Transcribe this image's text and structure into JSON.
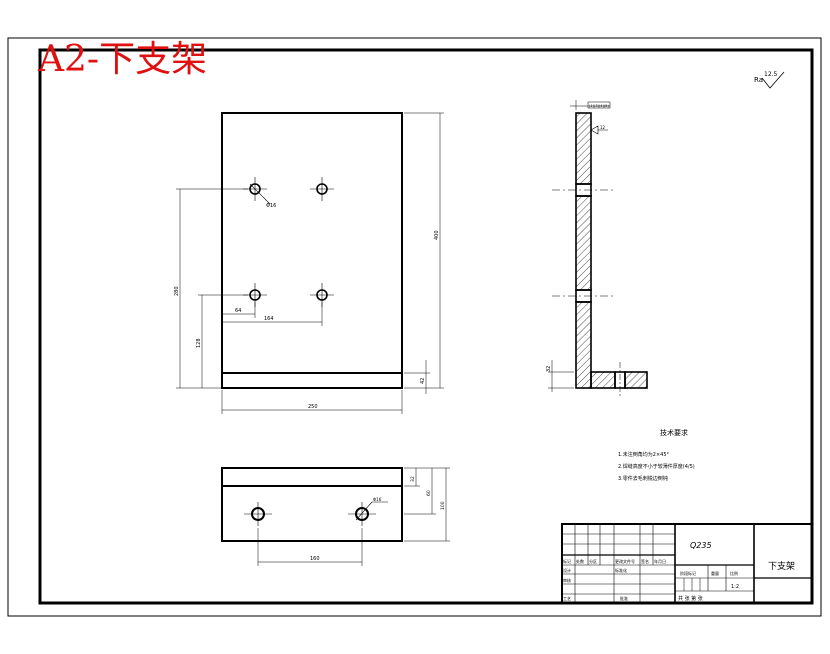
{
  "sheet": {
    "title": "A2-下支架",
    "colors": {
      "title": "#e01010",
      "line": "#000000",
      "background": "#ffffff"
    }
  },
  "roughness": {
    "label": "Ra",
    "value": "12.5"
  },
  "front_view": {
    "dim_width": "250",
    "dim_height": "400",
    "dim_base": "42",
    "dim_hole_dx1": "64",
    "dim_hole_dx2": "164",
    "dim_vert_upper": "280",
    "dim_vert_lower": "128",
    "hole_label": "Φ16"
  },
  "side_view": {
    "thickness_label": "(1)(3)(4)(5)",
    "weld_label": "12",
    "base_label": "32"
  },
  "bottom_view": {
    "dim_h1": "32",
    "dim_h2": "60",
    "dim_total": "100",
    "dim_span": "160",
    "hole_label": "Φ16"
  },
  "notes": {
    "title": "技术要求",
    "items": [
      "1.未注倒角均为2×45°",
      "2.焊缝高度不小于较薄件厚度(4/5)",
      "3.零件去毛刺锐边倒钝"
    ]
  },
  "title_block": {
    "material": "Q235",
    "part_name": "下支架",
    "rows": [
      "标记",
      "设计",
      "审核",
      "工艺"
    ],
    "cols": [
      "处数",
      "分区",
      "更改文件号",
      "签名",
      "年月日"
    ],
    "stage": "阶段标记",
    "weight": "重量",
    "scale": "比例",
    "scale_value": "1:2",
    "standard": "标准化",
    "approve": "批准",
    "sheets": "共 张 第 张"
  }
}
